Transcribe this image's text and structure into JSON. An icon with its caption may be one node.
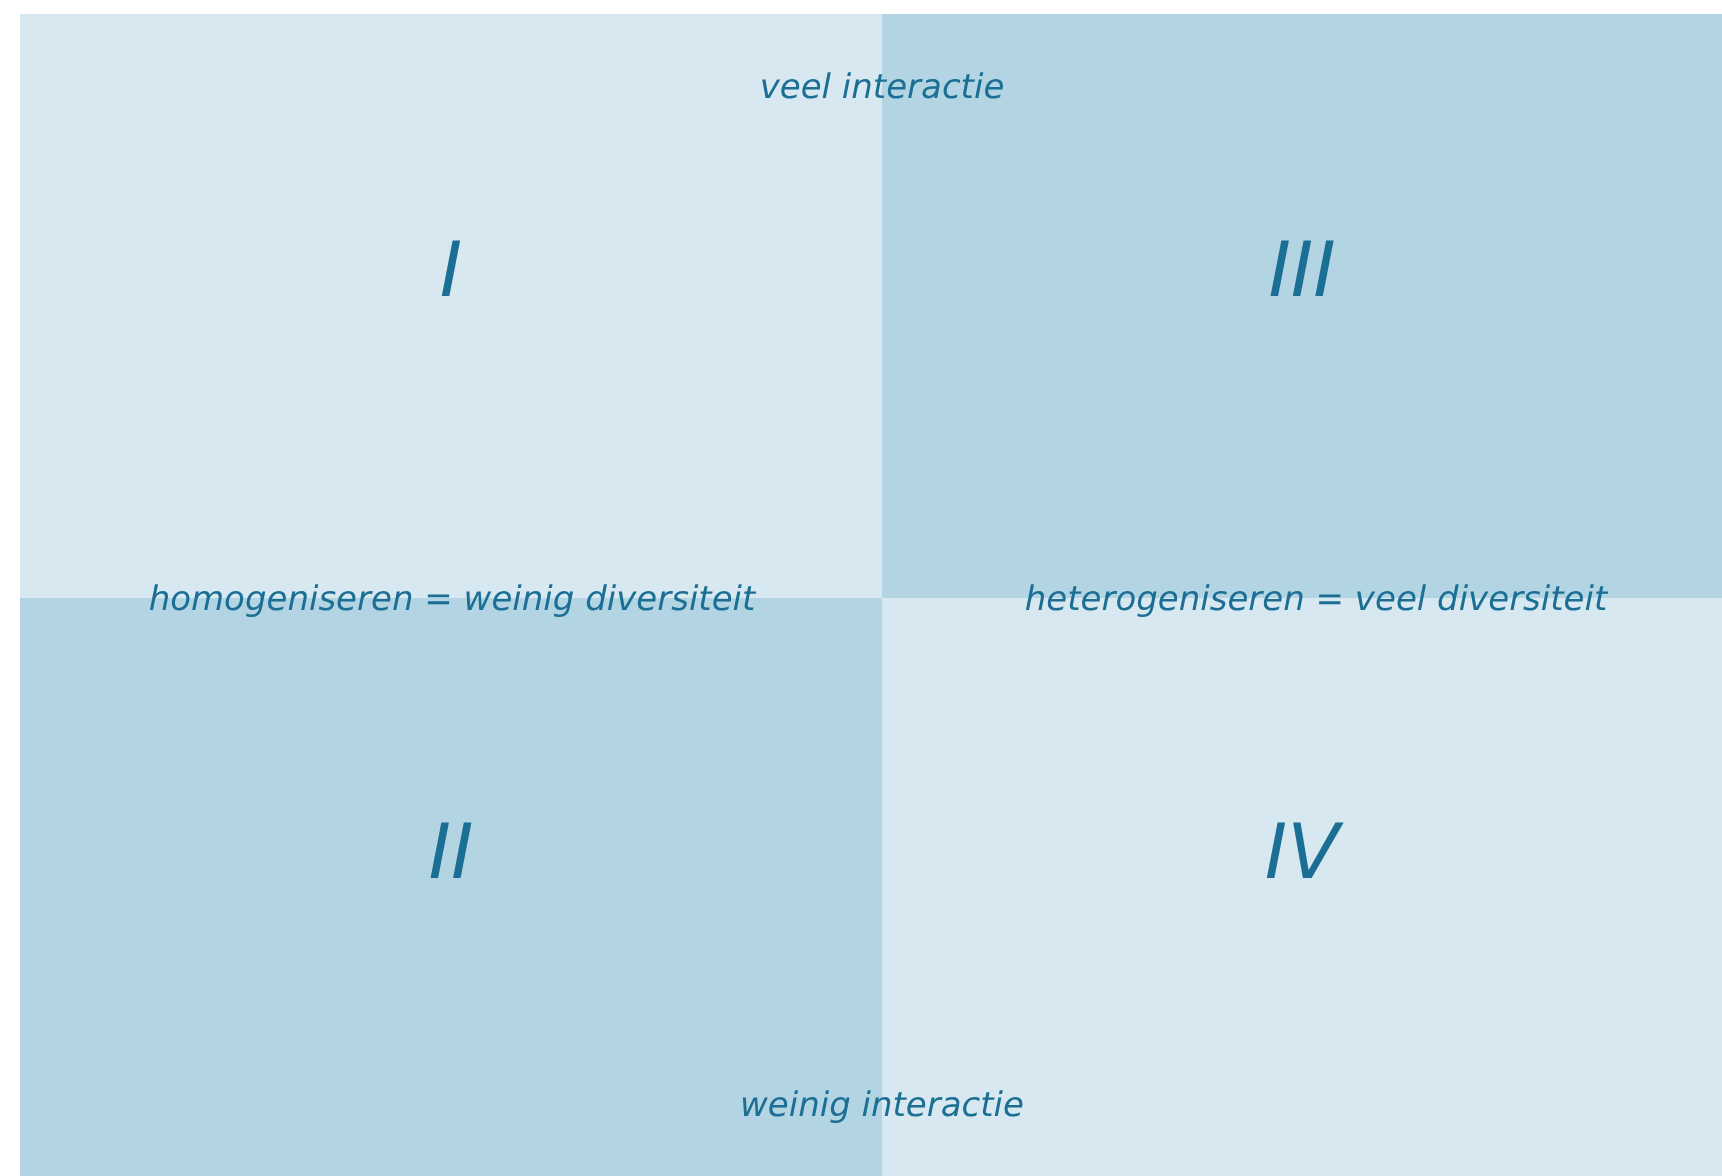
{
  "diagram": {
    "nodes": [
      {
        "text": [
          "I"
        ]
      },
      {
        "text": [
          "III"
        ]
      },
      {
        "text": [
          "II"
        ]
      },
      {
        "text": [
          "IV"
        ]
      }
    ],
    "labels": [
      "veel interactie",
      "homogeniseren = weinig diversiteit",
      "heterogeniseren = veel diversiteit",
      "weinig interactie"
    ]
  }
}
